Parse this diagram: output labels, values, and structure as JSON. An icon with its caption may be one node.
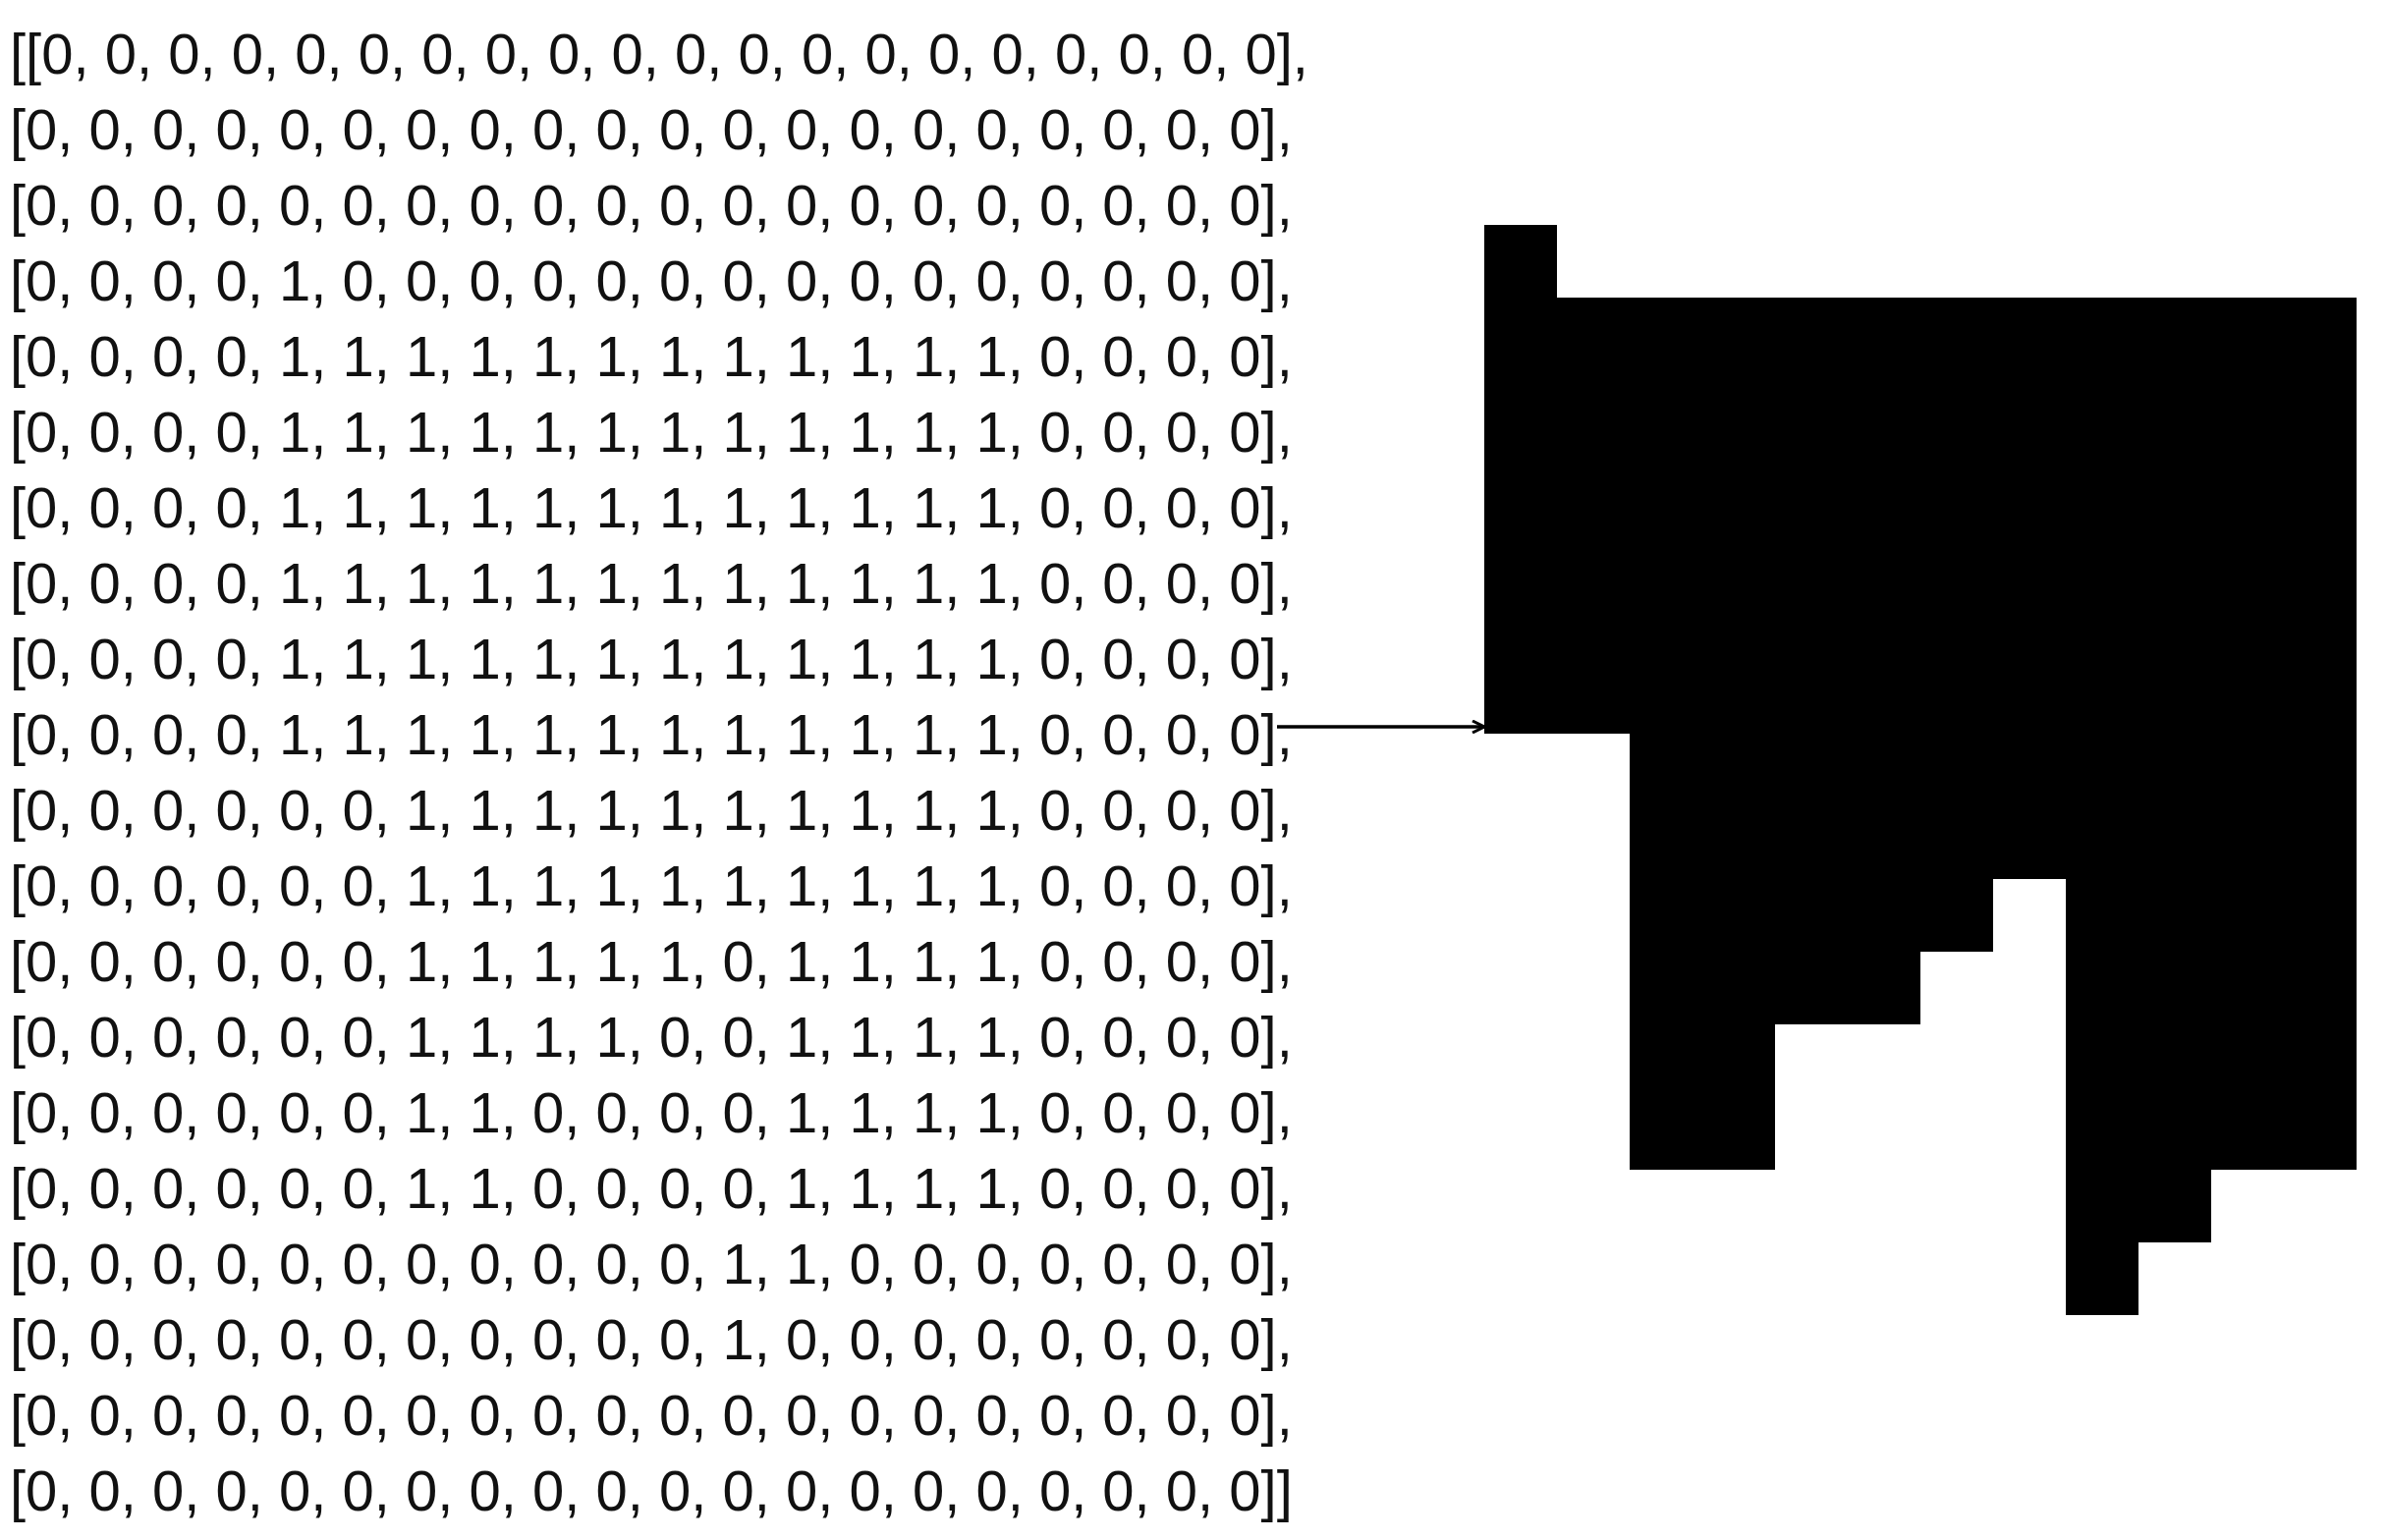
{
  "diagram": {
    "nodes": [
      {
        "text": [
          "[[0, 0, 0, 0, 0, 0, 0, 0, 0, 0, 0, 0, 0, 0, 0, 0, 0, 0, 0, 0],",
          "[0, 0, 0, 0, 0, 0, 0, 0, 0, 0, 0, 0, 0, 0, 0, 0, 0, 0, 0, 0],",
          "[0, 0, 0, 0, 0, 0, 0, 0, 0, 0, 0, 0, 0, 0, 0, 0, 0, 0, 0, 0],",
          "[0, 0, 0, 0, 1, 0, 0, 0, 0, 0, 0, 0, 0, 0, 0, 0, 0, 0, 0, 0],",
          "[0, 0, 0, 0, 1, 1, 1, 1, 1, 1, 1, 1, 1, 1, 1, 1, 0, 0, 0, 0],",
          "[0, 0, 0, 0, 1, 1, 1, 1, 1, 1, 1, 1, 1, 1, 1, 1, 0, 0, 0, 0],",
          "[0, 0, 0, 0, 1, 1, 1, 1, 1, 1, 1, 1, 1, 1, 1, 1, 0, 0, 0, 0],",
          "[0, 0, 0, 0, 1, 1, 1, 1, 1, 1, 1, 1, 1, 1, 1, 1, 0, 0, 0, 0],",
          "[0, 0, 0, 0, 1, 1, 1, 1, 1, 1, 1, 1, 1, 1, 1, 1, 0, 0, 0, 0],",
          "[0, 0, 0, 0, 1, 1, 1, 1, 1, 1, 1, 1, 1, 1, 1, 1, 0, 0, 0, 0],",
          "[0, 0, 0, 0, 0, 0, 1, 1, 1, 1, 1, 1, 1, 1, 1, 1, 0, 0, 0, 0],",
          "[0, 0, 0, 0, 0, 0, 1, 1, 1, 1, 1, 1, 1, 1, 1, 1, 0, 0, 0, 0],",
          "[0, 0, 0, 0, 0, 0, 1, 1, 1, 1, 1, 0, 1, 1, 1, 1, 0, 0, 0, 0],",
          "[0, 0, 0, 0, 0, 0, 1, 1, 1, 1, 0, 0, 1, 1, 1, 1, 0, 0, 0, 0],",
          "[0, 0, 0, 0, 0, 0, 1, 1, 0, 0, 0, 0, 1, 1, 1, 1, 0, 0, 0, 0],",
          "[0, 0, 0, 0, 0, 0, 1, 1, 0, 0, 0, 0, 1, 1, 1, 1, 0, 0, 0, 0],",
          "[0, 0, 0, 0, 0, 0, 0, 0, 0, 0, 0, 1, 1, 0, 0, 0, 0, 0, 0, 0],",
          "[0, 0, 0, 0, 0, 0, 0, 0, 0, 0, 0, 1, 0, 0, 0, 0, 0, 0, 0, 0],",
          "[0, 0, 0, 0, 0, 0, 0, 0, 0, 0, 0, 0, 0, 0, 0, 0, 0, 0, 0, 0],",
          "[0, 0, 0, 0, 0, 0, 0, 0, 0, 0, 0, 0, 0, 0, 0, 0, 0, 0, 0, 0]]"
        ]
      },
      {
        "text": [],
        "shape": "picture"
      }
    ],
    "edges": [
      {
        "from": 0,
        "to": 1,
        "arrow": "to"
      }
    ]
  }
}
